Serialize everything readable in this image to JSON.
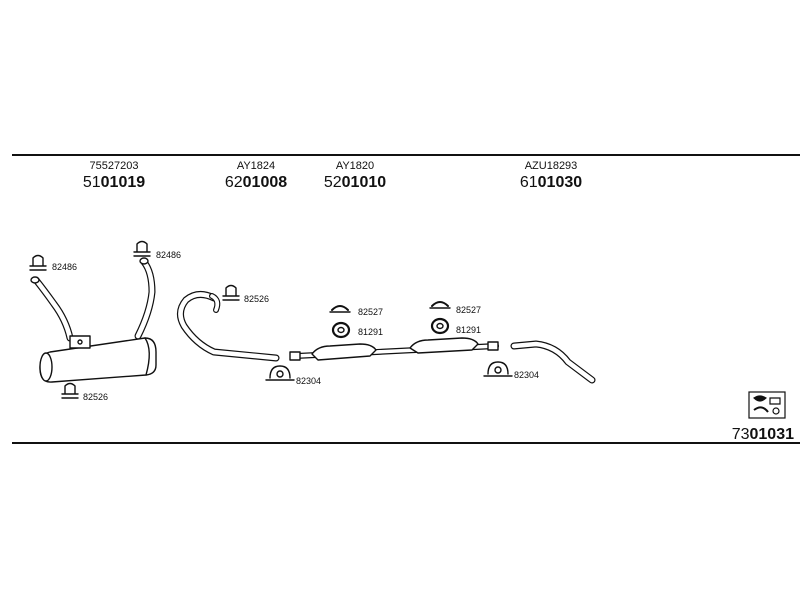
{
  "parts": [
    {
      "oe": "75527203",
      "prefix": "51",
      "number": "01019"
    },
    {
      "oe": "AY1824",
      "prefix": "62",
      "number": "01008"
    },
    {
      "oe": "AY1820",
      "prefix": "52",
      "number": "01010"
    },
    {
      "oe": "AZU18293",
      "prefix": "61",
      "number": "01030"
    }
  ],
  "labels": {
    "clamp_left_top": "82486",
    "clamp_left_top2": "82486",
    "clamp_left_bottom": "82526",
    "clamp_mid_pipe": "82526",
    "clamp_front_a": "82304",
    "clamp_front_b": "82304",
    "hanger_a": "82527",
    "ring_a": "81291",
    "hanger_b": "82527",
    "ring_b": "81291"
  },
  "kit": {
    "prefix": "73",
    "number": "01031"
  }
}
